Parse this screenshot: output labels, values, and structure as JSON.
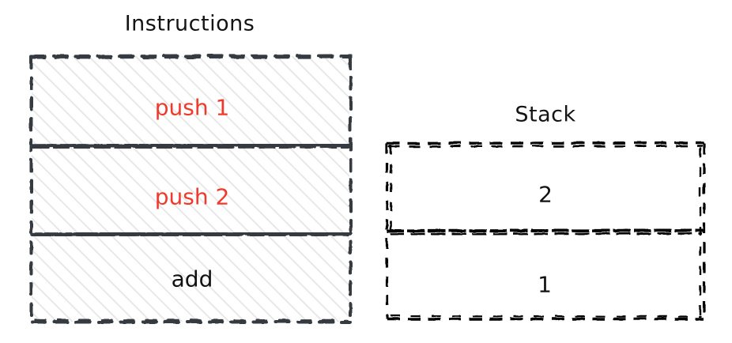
{
  "diagram": {
    "type": "stack-machine-execution",
    "style": "hand-drawn-sketch",
    "background_color": "#ffffff",
    "stroke_color": "#343a40",
    "hatch_color": "#e9e9e9",
    "accent_color": "#f0392b",
    "text_color": "#111111"
  },
  "instructions_panel": {
    "title": "Instructions",
    "fill": "hatched",
    "cells": [
      {
        "label": "push 1",
        "color": "#f0392b",
        "executed": true
      },
      {
        "label": "push 2",
        "color": "#f0392b",
        "executed": true
      },
      {
        "label": "add",
        "color": "#111111",
        "executed": false
      }
    ]
  },
  "stack_panel": {
    "title": "Stack",
    "fill": "none",
    "cells": [
      {
        "label": "2",
        "color": "#111111",
        "position": "top"
      },
      {
        "label": "1",
        "color": "#111111",
        "position": "bottom"
      }
    ]
  }
}
